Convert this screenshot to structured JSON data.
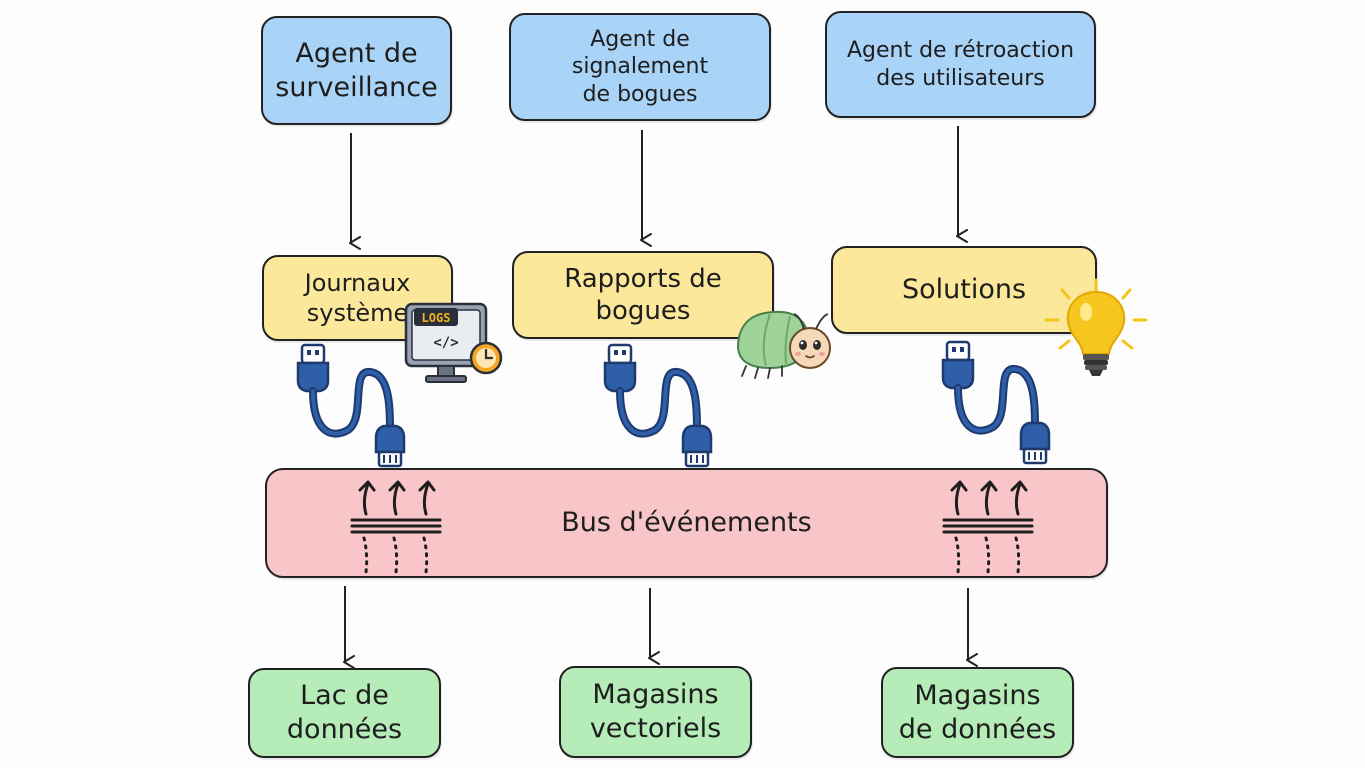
{
  "agents": [
    {
      "label": "Agent de\nsurveillance"
    },
    {
      "label": "Agent de\nsignalement\nde bogues"
    },
    {
      "label": "Agent de rétroaction\ndes utilisateurs"
    }
  ],
  "outputs": [
    {
      "label": "Journaux\nsystème"
    },
    {
      "label": "Rapports de\nbogues"
    },
    {
      "label": "Solutions"
    }
  ],
  "bus": {
    "label": "Bus d'événements"
  },
  "stores": [
    {
      "label": "Lac de\ndonnées"
    },
    {
      "label": "Magasins\nvectoriels"
    },
    {
      "label": "Magasins\nde données"
    }
  ],
  "icons": {
    "logs_badge": "LOGS",
    "code_symbol": "</>"
  },
  "colors": {
    "agent": "#a9d3f7",
    "output": "#fbe89a",
    "bus": "#f8c6c8",
    "store": "#b5ecb8",
    "cable": "#2f5fa8",
    "bulb": "#f7c520"
  }
}
